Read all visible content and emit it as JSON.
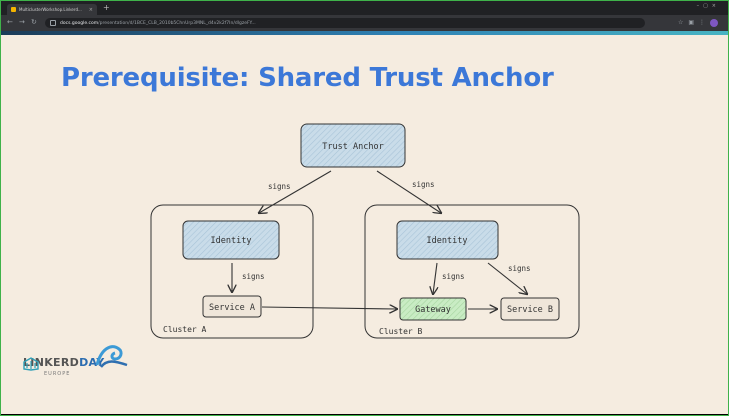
{
  "browser": {
    "tab_title": "MulticlusterWorkshop.Linkerd...",
    "new_tab": "+",
    "url_host": "docs.google.com",
    "url_path": "/presentation/d/1BCE_CLB_2010b5ChnUrp3MNL_d4v2k2f7In/dlgzeFY...",
    "icons": [
      "back-icon",
      "forward-icon",
      "reload-icon",
      "lock-icon",
      "star-icon",
      "extensions-icon",
      "menu-icon"
    ]
  },
  "slide": {
    "title": "Prerequisite: Shared Trust Anchor",
    "nodes": {
      "trust_anchor": "Trust Anchor",
      "identity_a": "Identity",
      "identity_b": "Identity",
      "service_a": "Service A",
      "gateway": "Gateway",
      "service_b": "Service B"
    },
    "edge_labels": {
      "ta_to_a": "signs",
      "ta_to_b": "signs",
      "id_a_to_svc_a": "signs",
      "id_b_to_gateway": "signs",
      "id_b_to_svc_b": "signs"
    },
    "clusters": {
      "a": "Cluster A",
      "b": "Cluster B"
    },
    "colors": {
      "title": "#3c78d8",
      "node_fill": "#c9dce9",
      "gateway_fill": "#c9ecc4",
      "background": "#f5ece0"
    }
  },
  "logo": {
    "word_a": "LINKERD",
    "word_b": "DAY",
    "sub": "EUROPE"
  }
}
